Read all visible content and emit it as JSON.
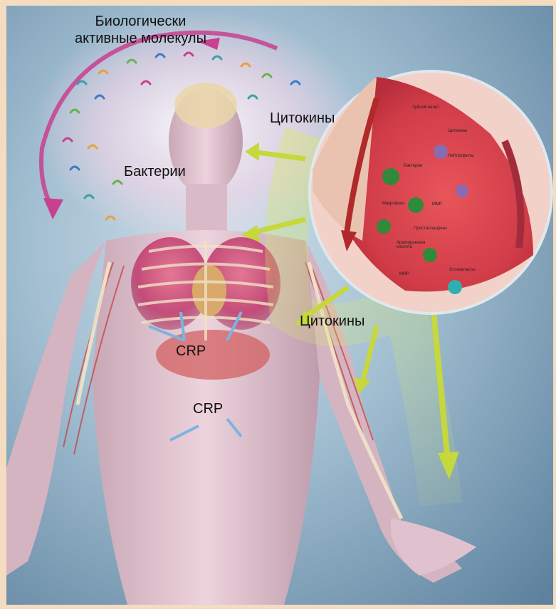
{
  "labels": {
    "bio_molecules": "Биологически\nактивные молекулы",
    "bacteria": "Бактерии",
    "cytokines_top": "Цитокины",
    "cytokines_mid": "Цитокины",
    "crp_upper": "CRP",
    "crp_lower": "CRP"
  },
  "inset_labels": {
    "plaque": "Зубной налет",
    "cytokines": "Цитокины",
    "neutrophils": "Нейтрофилы",
    "bacteria": "Бактерии",
    "macrophages": "Макрофаги",
    "mmp_1": "ММР",
    "prostaglandins": "Простагландины",
    "arachidonic_acid": "Арахидоновая кислота",
    "mmp_2": "ММР",
    "osteoclasts": "Остеокласты"
  },
  "colors": {
    "background_border": "#f3dcc0",
    "arrow_magenta": "#c8408f",
    "arrow_lime": "#c6d83c",
    "arrow_blue": "#7db3e0",
    "body_skin": "#e7c9d4",
    "gum_red": "#d9414a"
  }
}
